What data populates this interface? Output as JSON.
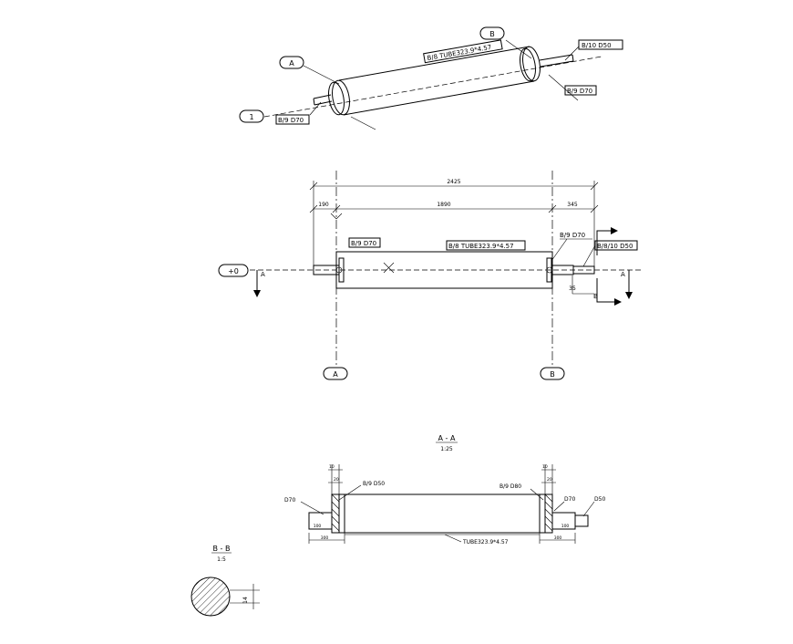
{
  "iso_view": {
    "bubble_b": "B",
    "bubble_a": "A",
    "bubble_1": "1",
    "tube_label": "B/8  TUBE323.9*4.57",
    "b10_label": "B/10  D50",
    "b9_label_left": "B/9  D70",
    "b9_label_right": "B/9  D70"
  },
  "elevation": {
    "dim_total": "2425",
    "dim_left": "190",
    "dim_mid": "1890",
    "dim_right": "345",
    "dim_offset": "35",
    "level_label": "+0",
    "b9_label_left": "B/9  D70",
    "tube_label": "B/8  TUBE323.9*4.57",
    "b9_label_right": "B/9  D70",
    "b10_label": "B/8/10  D50",
    "section_a_left": "A",
    "section_a_right": "A",
    "section_b": "B",
    "grid_a": "A",
    "grid_b": "B"
  },
  "section_aa": {
    "title": "A - A",
    "scale": "1:25",
    "left_b9": "B/9  D50",
    "right_b9": "B/9  D80",
    "left_d70": "D70",
    "right_d70": "D70",
    "right_d50": "D50",
    "tube_label": "TUBE323.9*4.57",
    "left_dim_bottom": "300",
    "right_dim_bottom": "300",
    "left_dim_small": "100",
    "right_dim_small": "100",
    "left_dim_top": "10",
    "right_dim_top": "10",
    "left_dim_mid": "20",
    "right_dim_mid": "20"
  },
  "section_bb": {
    "title": "B - B",
    "scale": "1:5",
    "dim": "14"
  }
}
